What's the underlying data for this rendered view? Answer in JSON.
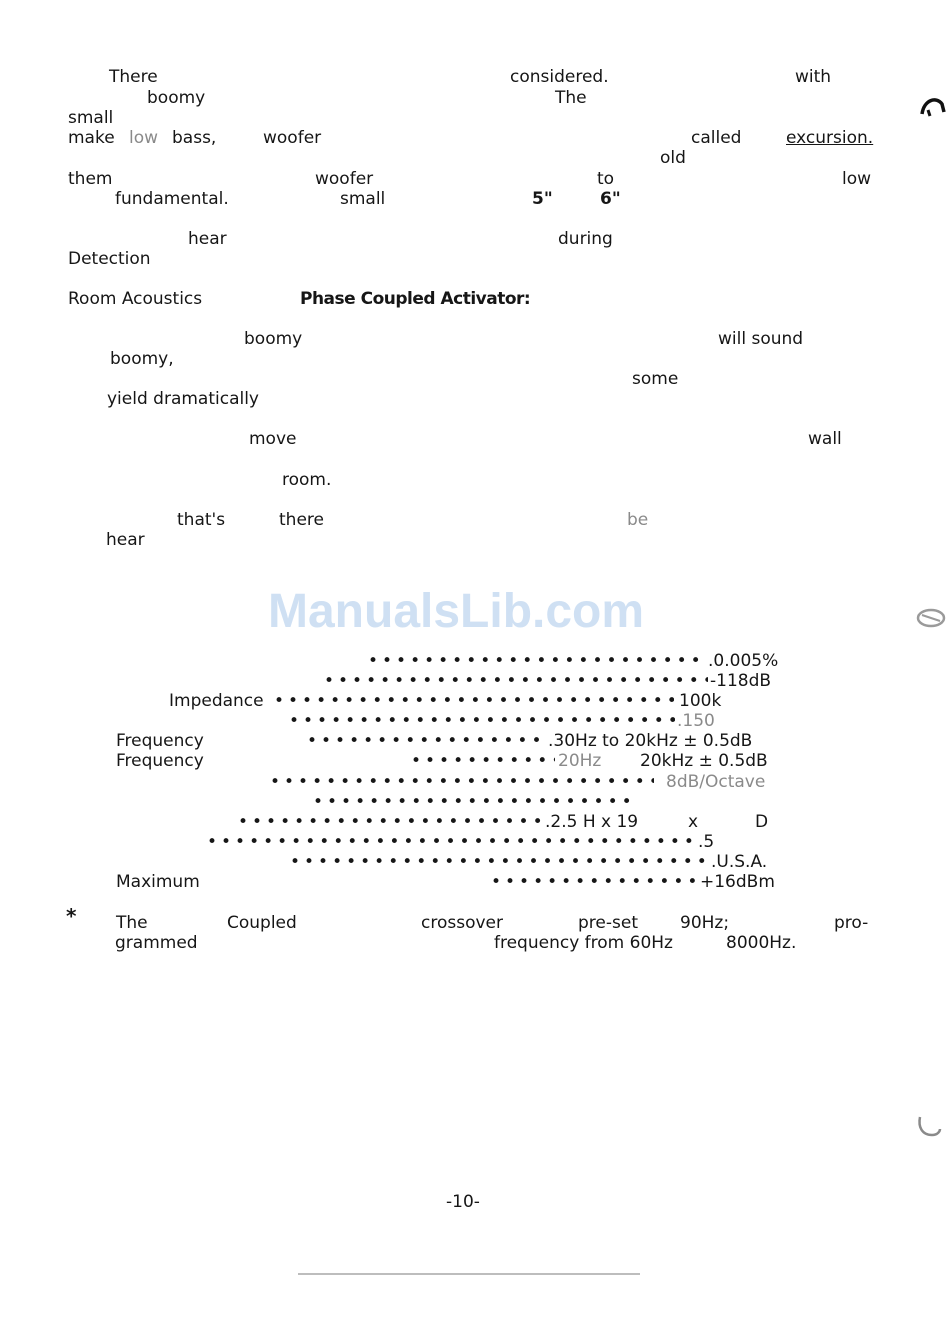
{
  "paragraph1": {
    "words": [
      "There",
      "considered.",
      "with",
      "boomy",
      "The",
      "small",
      "make",
      "low",
      "bass,",
      "woofer",
      "called",
      "excursion.",
      "old",
      "them",
      "woofer",
      "to",
      "low",
      "fundamental.",
      "small",
      "5\"",
      "6\""
    ]
  },
  "paragraph2": {
    "words": [
      "hear",
      "during",
      "Detection"
    ]
  },
  "heading": {
    "left": "Room Acoustics",
    "right": "Phase Coupled Activator:"
  },
  "paragraph3": {
    "words": [
      "boomy",
      "will sound",
      "boomy,",
      "some",
      "yield dramatically",
      "move",
      "wall",
      "room."
    ]
  },
  "paragraph4": {
    "words": [
      "that's",
      "there",
      "be",
      "hear"
    ]
  },
  "watermark": "ManualsLib.com",
  "specs": {
    "rows": [
      {
        "label": "",
        "value": ".0.005%"
      },
      {
        "label": "",
        "value": "-118dB"
      },
      {
        "label": "Impedance",
        "value": "100k"
      },
      {
        "label": "",
        "value": ".150"
      },
      {
        "label": "Frequency",
        "value": ".30Hz to 20kHz ± 0.5dB"
      },
      {
        "label": "Frequency",
        "value_a": "20Hz",
        "value_b": "20kHz ± 0.5dB"
      },
      {
        "label": "",
        "value": "8dB/Octave"
      },
      {
        "label": "",
        "value": ""
      },
      {
        "label": "",
        "value_a": ".2.5 H x 19",
        "value_b": "x",
        "value_c": "D"
      },
      {
        "label": "",
        "value": ".5"
      },
      {
        "label": "",
        "value": ".U.S.A."
      },
      {
        "label": "Maximum",
        "value": "+16dBm"
      }
    ]
  },
  "footnote": {
    "marker": "*",
    "words": [
      "The",
      "Coupled",
      "crossover",
      "pre-set",
      "90Hz;",
      "pro-",
      "grammed",
      "frequency from 60Hz",
      "8000Hz."
    ]
  },
  "page_number": "-10-"
}
